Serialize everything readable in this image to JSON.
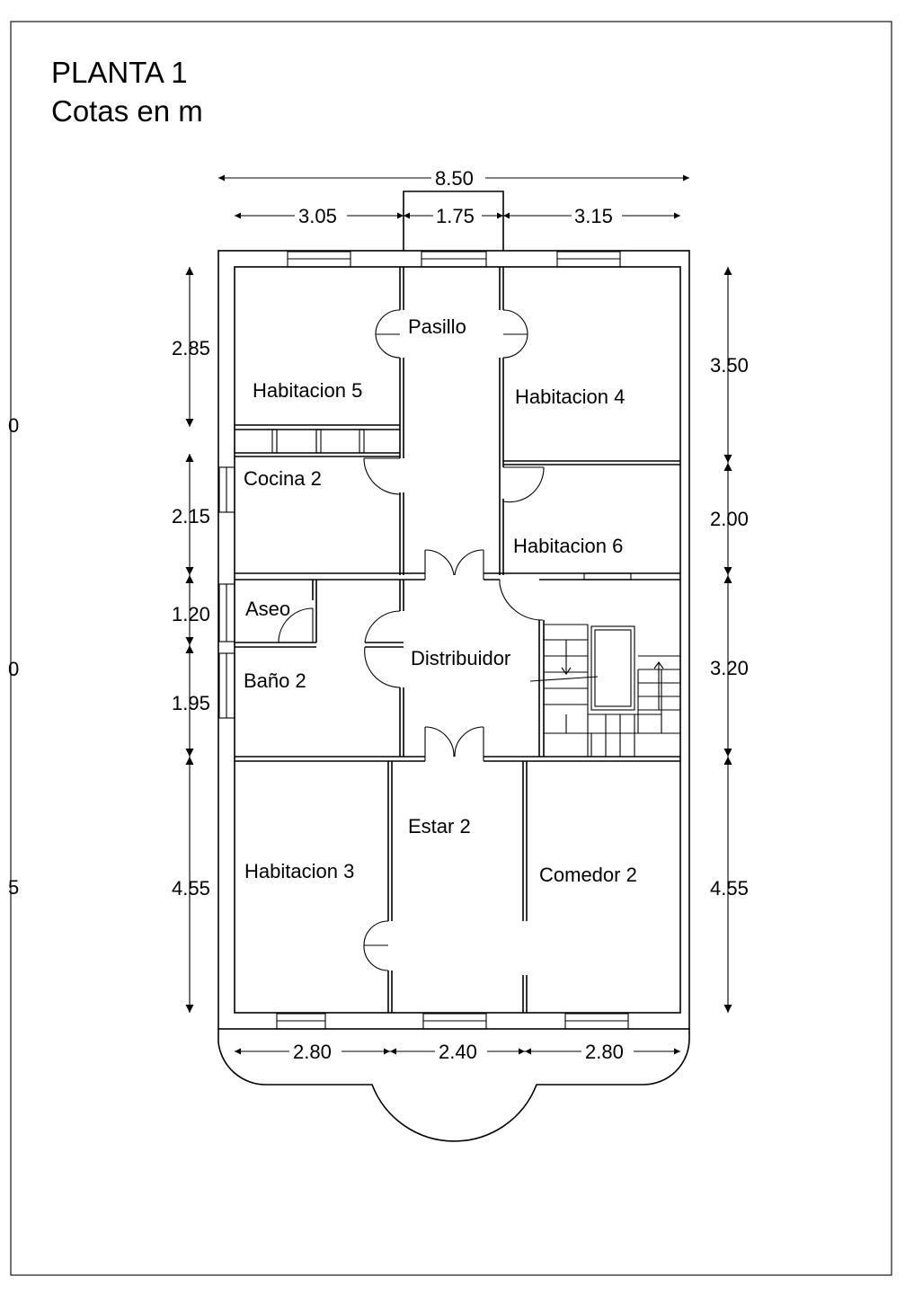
{
  "title": "PLANTA 1",
  "subtitle": "Cotas en m",
  "rooms": {
    "pasillo": "Pasillo",
    "habitacion5": "Habitacion 5",
    "habitacion4": "Habitacion 4",
    "cocina2": "Cocina 2",
    "habitacion6": "Habitacion 6",
    "aseo": "Aseo",
    "distribuidor": "Distribuidor",
    "bano2": "Baño 2",
    "estar2": "Estar 2",
    "habitacion3": "Habitacion 3",
    "comedor2": "Comedor 2"
  },
  "dimensions": {
    "top_total": "8.50",
    "top_left": "3.05",
    "top_mid": "1.75",
    "top_right": "3.15",
    "left_1": "2.85",
    "left_2": "2.15",
    "left_3": "1.20",
    "left_4": "1.95",
    "left_5": "4.55",
    "right_1": "3.50",
    "right_2": "2.00",
    "right_3": "3.20",
    "right_4": "4.55",
    "bottom_left": "2.80",
    "bottom_mid": "2.40",
    "bottom_right": "2.80"
  },
  "edge_fragments": {
    "a": "0",
    "b": "0",
    "c": "5"
  }
}
